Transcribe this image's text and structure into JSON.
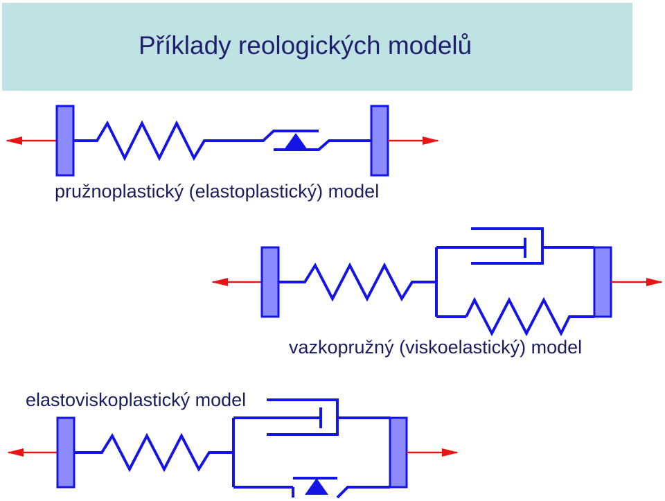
{
  "slide": {
    "title": "Příklady reologických modelů"
  },
  "models": {
    "elastoplastic": {
      "caption": "pružnoplastický (elastoplastický) model"
    },
    "viscoelastic": {
      "caption": "vazkopružný (viskoelastický) model"
    },
    "elastoviscoplastic": {
      "caption": "elastoviskoplastický model"
    }
  },
  "colors": {
    "title_background": "#bfe2e3",
    "element_stroke": "#1414e6",
    "plate_fill": "#8c8cff",
    "force_arrow": "#e61414",
    "text": "#1f1f6e"
  }
}
